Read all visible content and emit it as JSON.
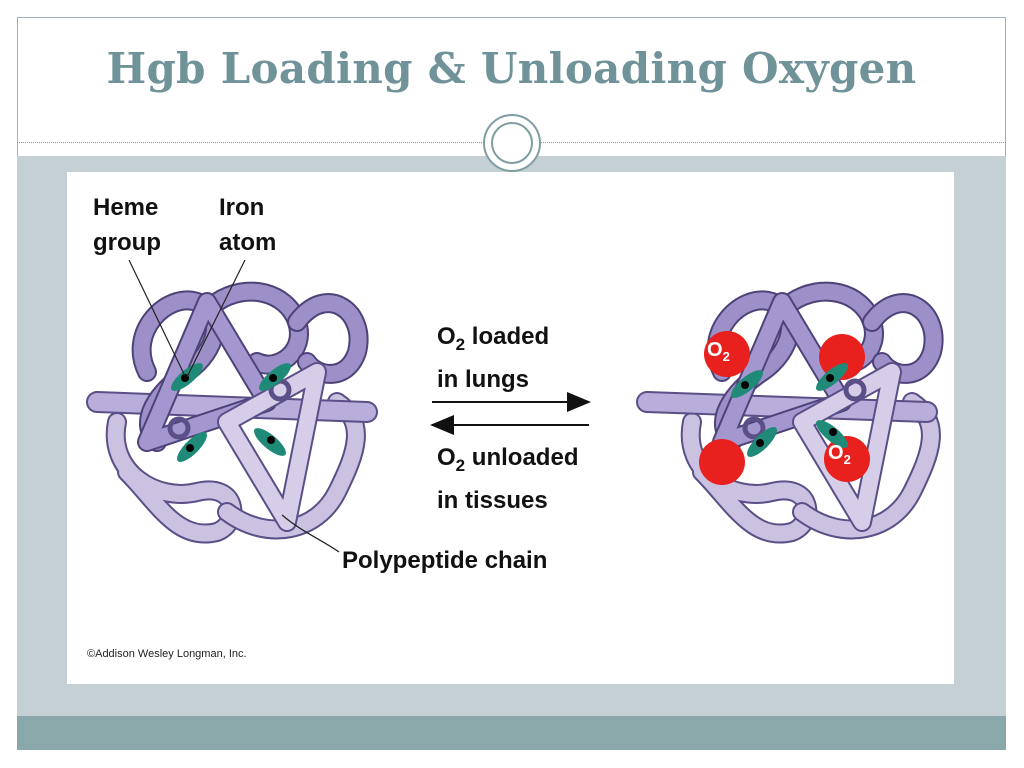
{
  "slide": {
    "title": "Hgb Loading & Unloading Oxygen"
  },
  "figure": {
    "labels": {
      "heme_line1": "Heme",
      "heme_line2": "group",
      "iron_line1": "Iron",
      "iron_line2": "atom",
      "loaded_o": "O",
      "loaded_sub": "2",
      "loaded_text": " loaded",
      "loaded_line2": "in lungs",
      "unloaded_o": "O",
      "unloaded_sub": "2",
      "unloaded_text": " unloaded",
      "unloaded_line2": "in tissues",
      "polypeptide": "Polypeptide chain",
      "o2_symbol": "O",
      "o2_sub": "2"
    },
    "copyright": "©Addison Wesley Longman, Inc.",
    "colors": {
      "chain_dark": "#9d8fc7",
      "chain_light": "#cbc2e2",
      "heme": "#1f8a78",
      "oxygen": "#e8201e",
      "title": "#6f9398"
    }
  }
}
